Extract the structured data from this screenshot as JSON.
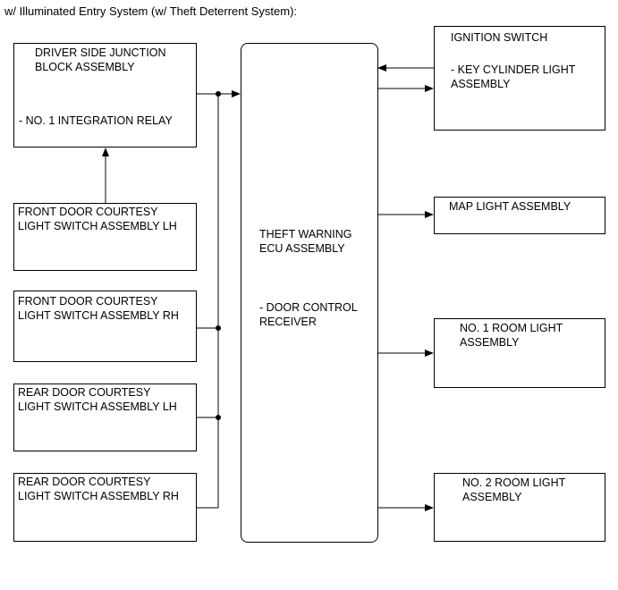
{
  "title": "w/ Illuminated Entry System (w/ Theft Deterrent System):",
  "blocks": {
    "junction": {
      "name": "DRIVER SIDE JUNCTION\nBLOCK ASSEMBLY",
      "sub": "- NO. 1 INTEGRATION RELAY"
    },
    "front_lh": {
      "name": "FRONT DOOR COURTESY\nLIGHT SWITCH ASSEMBLY LH"
    },
    "front_rh": {
      "name": "FRONT DOOR COURTESY\nLIGHT SWITCH ASSEMBLY RH"
    },
    "rear_lh": {
      "name": "REAR DOOR COURTESY\nLIGHT SWITCH ASSEMBLY LH"
    },
    "rear_rh": {
      "name": "REAR DOOR COURTESY\nLIGHT SWITCH ASSEMBLY RH"
    },
    "ecu": {
      "name": "THEFT WARNING\nECU ASSEMBLY",
      "sub": "- DOOR CONTROL\nRECEIVER"
    },
    "ignition": {
      "name": "IGNITION SWITCH",
      "sub": "- KEY CYLINDER LIGHT\nASSEMBLY"
    },
    "map_light": {
      "name": "MAP LIGHT ASSEMBLY"
    },
    "room1": {
      "name": "NO. 1 ROOM LIGHT\nASSEMBLY"
    },
    "room2": {
      "name": "NO. 2 ROOM LIGHT\nASSEMBLY"
    }
  }
}
